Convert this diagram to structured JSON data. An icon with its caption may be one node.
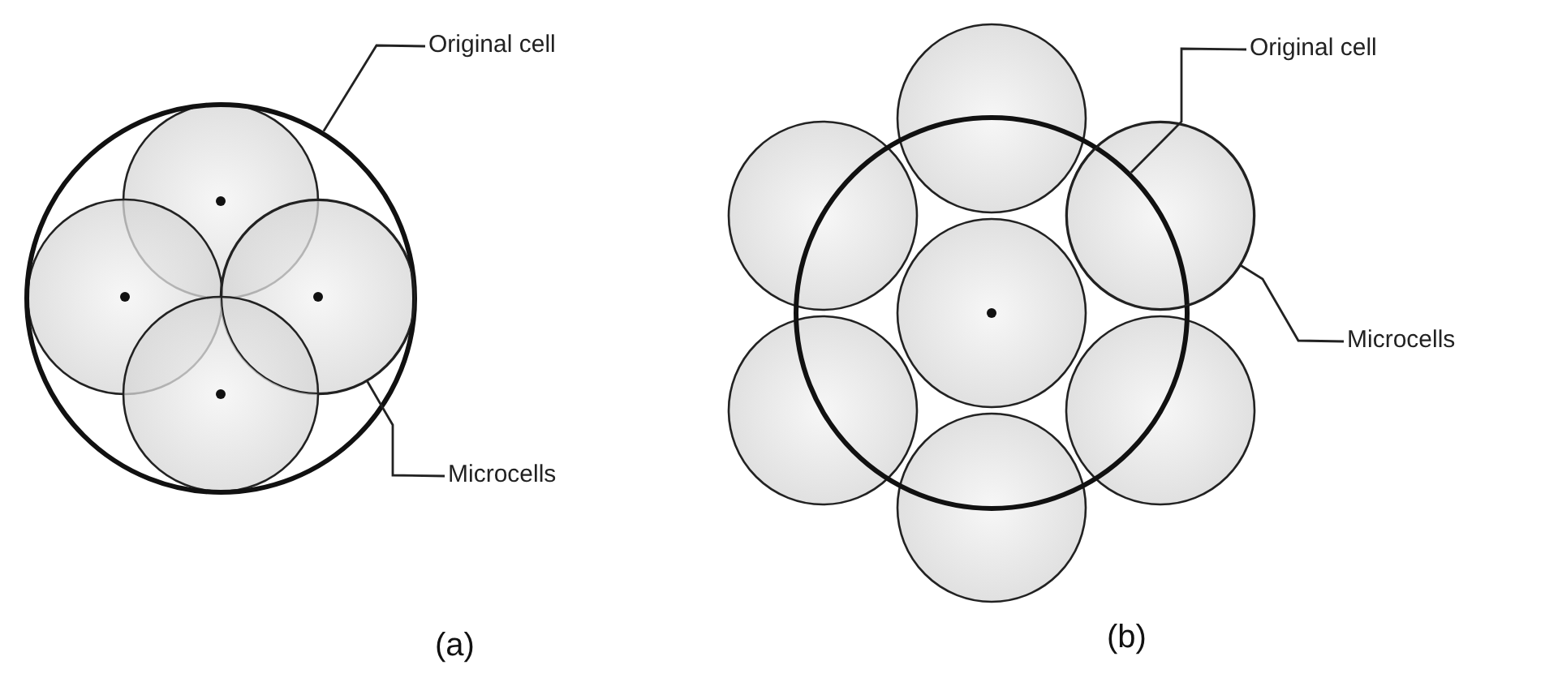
{
  "diagram": {
    "nodes": [
      {
        "text": [
          "Original cell"
        ]
      },
      {
        "text": [],
        "shape": "circle"
      },
      {
        "text": [
          "Microcells"
        ]
      },
      {
        "text": [],
        "shape": "circle",
        "in": 1
      },
      {
        "text": [
          "Original cell"
        ]
      },
      {
        "text": [],
        "shape": "circle"
      },
      {
        "text": [
          "Microcells"
        ]
      },
      {
        "text": [],
        "shape": "circle"
      }
    ],
    "edges": [
      {
        "from": 0,
        "to": 1,
        "arrow": "none"
      },
      {
        "from": 2,
        "to": 3,
        "arrow": "none"
      },
      {
        "from": 4,
        "to": 5,
        "arrow": "none"
      },
      {
        "from": 6,
        "to": 7,
        "arrow": "none"
      }
    ],
    "labels": [
      "(a)",
      "(b)"
    ]
  }
}
